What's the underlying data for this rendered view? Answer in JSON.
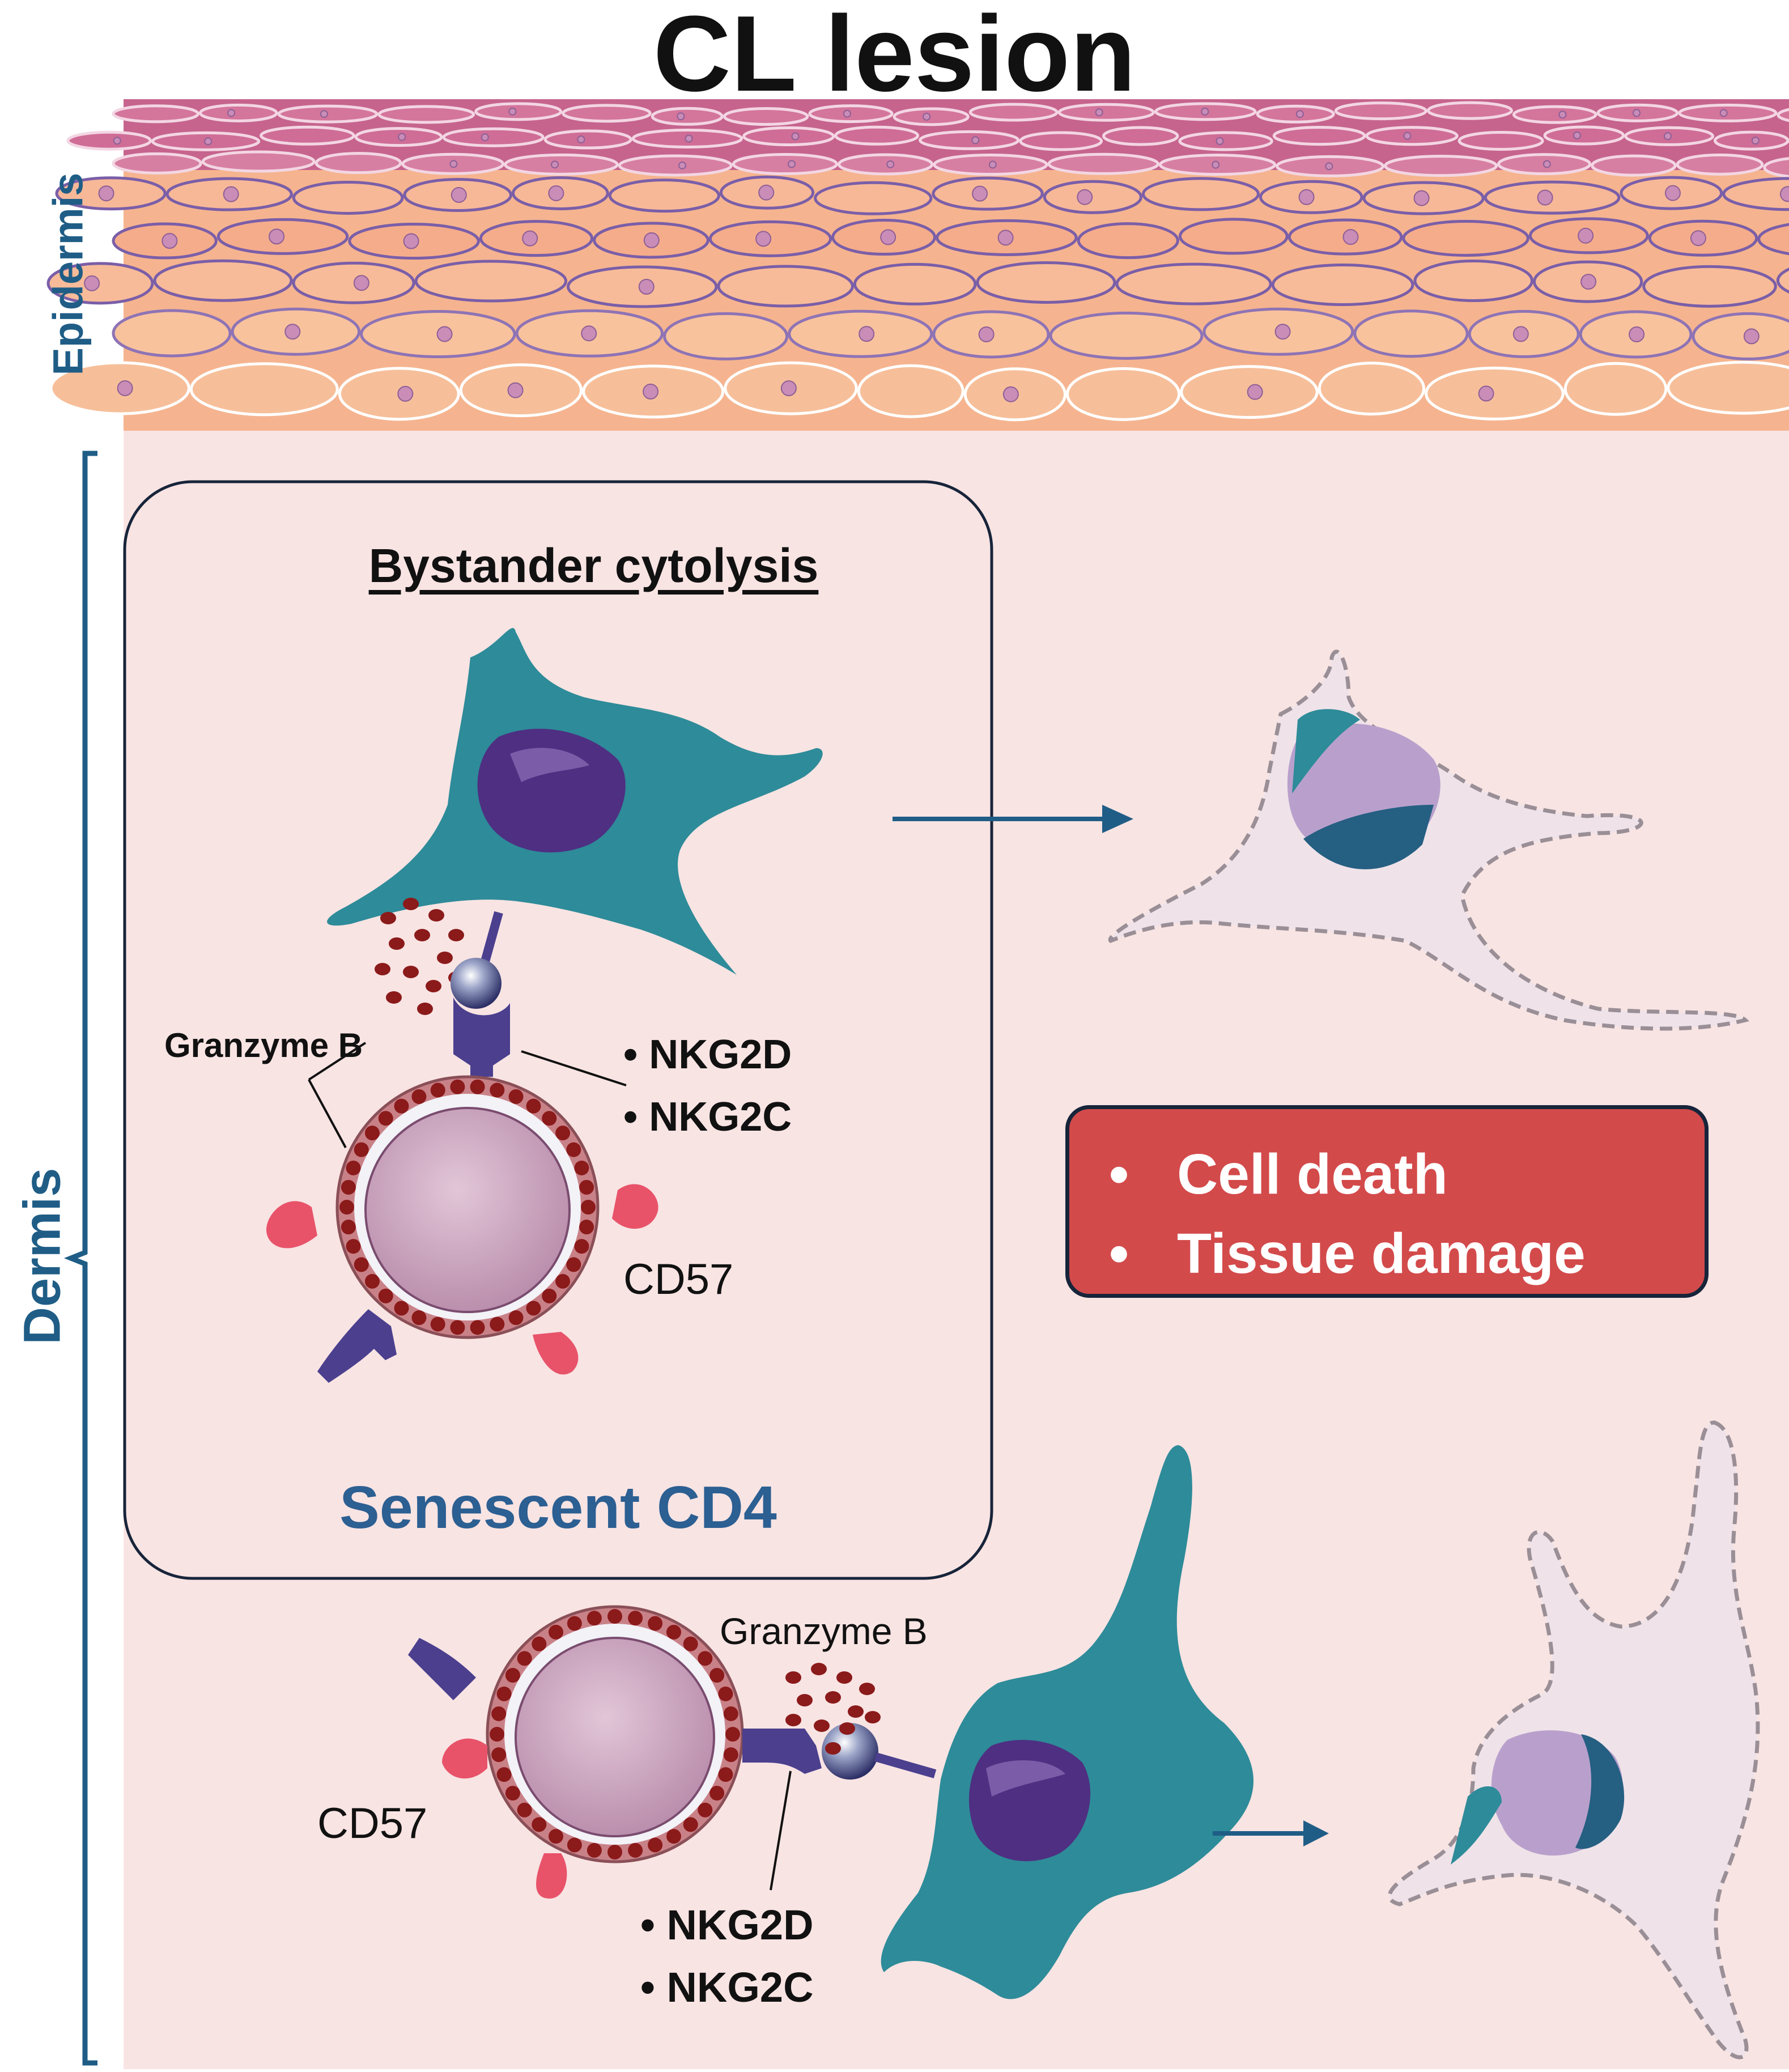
{
  "title": "CL lesion",
  "layers": {
    "epidermis": "Epidermis",
    "dermis": "Dermis"
  },
  "box": {
    "heading": "Bystander cytolysis",
    "caption": "Senescent CD4"
  },
  "upper_interaction": {
    "granzyme": "Granzyme B",
    "receptors": [
      "• NKG2D",
      "• NKG2C"
    ],
    "marker": "CD57"
  },
  "lower_interaction": {
    "granzyme": "Granzyme B",
    "receptors": [
      "• NKG2D",
      "• NKG2C"
    ],
    "marker": "CD57"
  },
  "outcomes": [
    "Cell death",
    "Tissue damage"
  ],
  "outcome_bullet": "•",
  "colors": {
    "dermis_bg": "#f7e4e3",
    "epidermis_top": "#c9638f",
    "epidermis_mid": "#f6b08e",
    "target_cell": "#2e8b99",
    "nucleus": "#5b3a8e",
    "tcell": "#c9848a",
    "granules": "#8b1a1a",
    "receptor": "#4b3f8e",
    "cd57": "#e8536a",
    "layer_label": "#1f5d86",
    "outcome_box": "#d34a4b"
  }
}
